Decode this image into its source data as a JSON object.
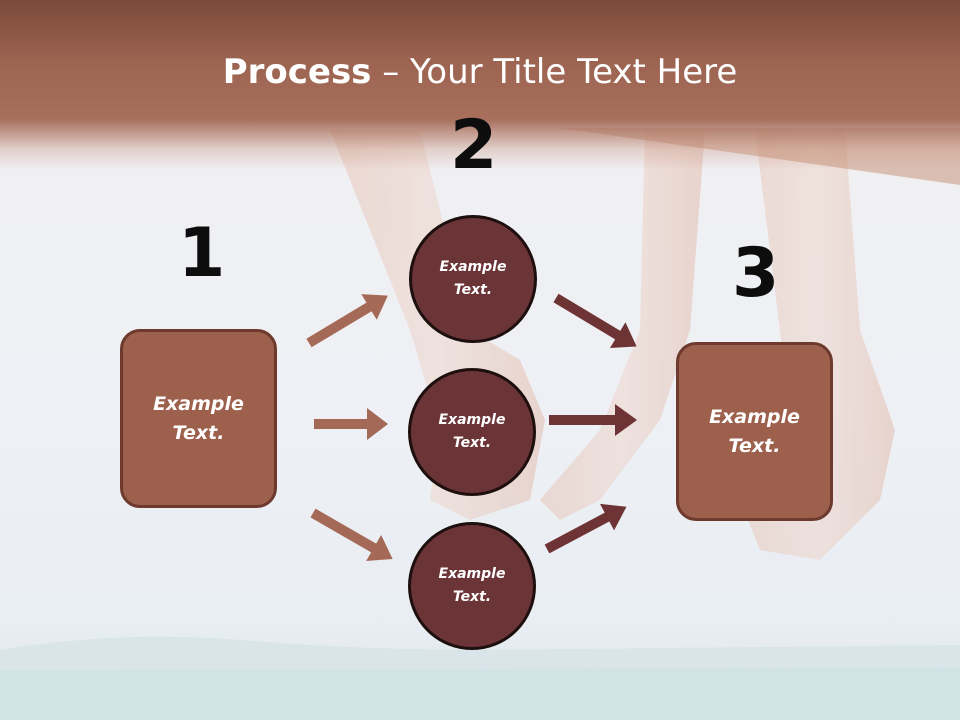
{
  "title": {
    "bold": "Process",
    "rest": " – Your Title Text Here"
  },
  "steps": {
    "one": "1",
    "two": "2",
    "three": "3"
  },
  "start_box": {
    "line1": "Example",
    "line2": "Text."
  },
  "circles": [
    {
      "line1": "Example",
      "line2": "Text."
    },
    {
      "line1": "Example",
      "line2": "Text."
    },
    {
      "line1": "Example",
      "line2": "Text."
    }
  ],
  "end_box": {
    "line1": "Example",
    "line2": "Text."
  },
  "colors": {
    "header": "#a86f5d",
    "box": "#9c604c",
    "circle": "#6b3436",
    "arrow_in": "#a56a57",
    "arrow_out": "#6e3334"
  }
}
